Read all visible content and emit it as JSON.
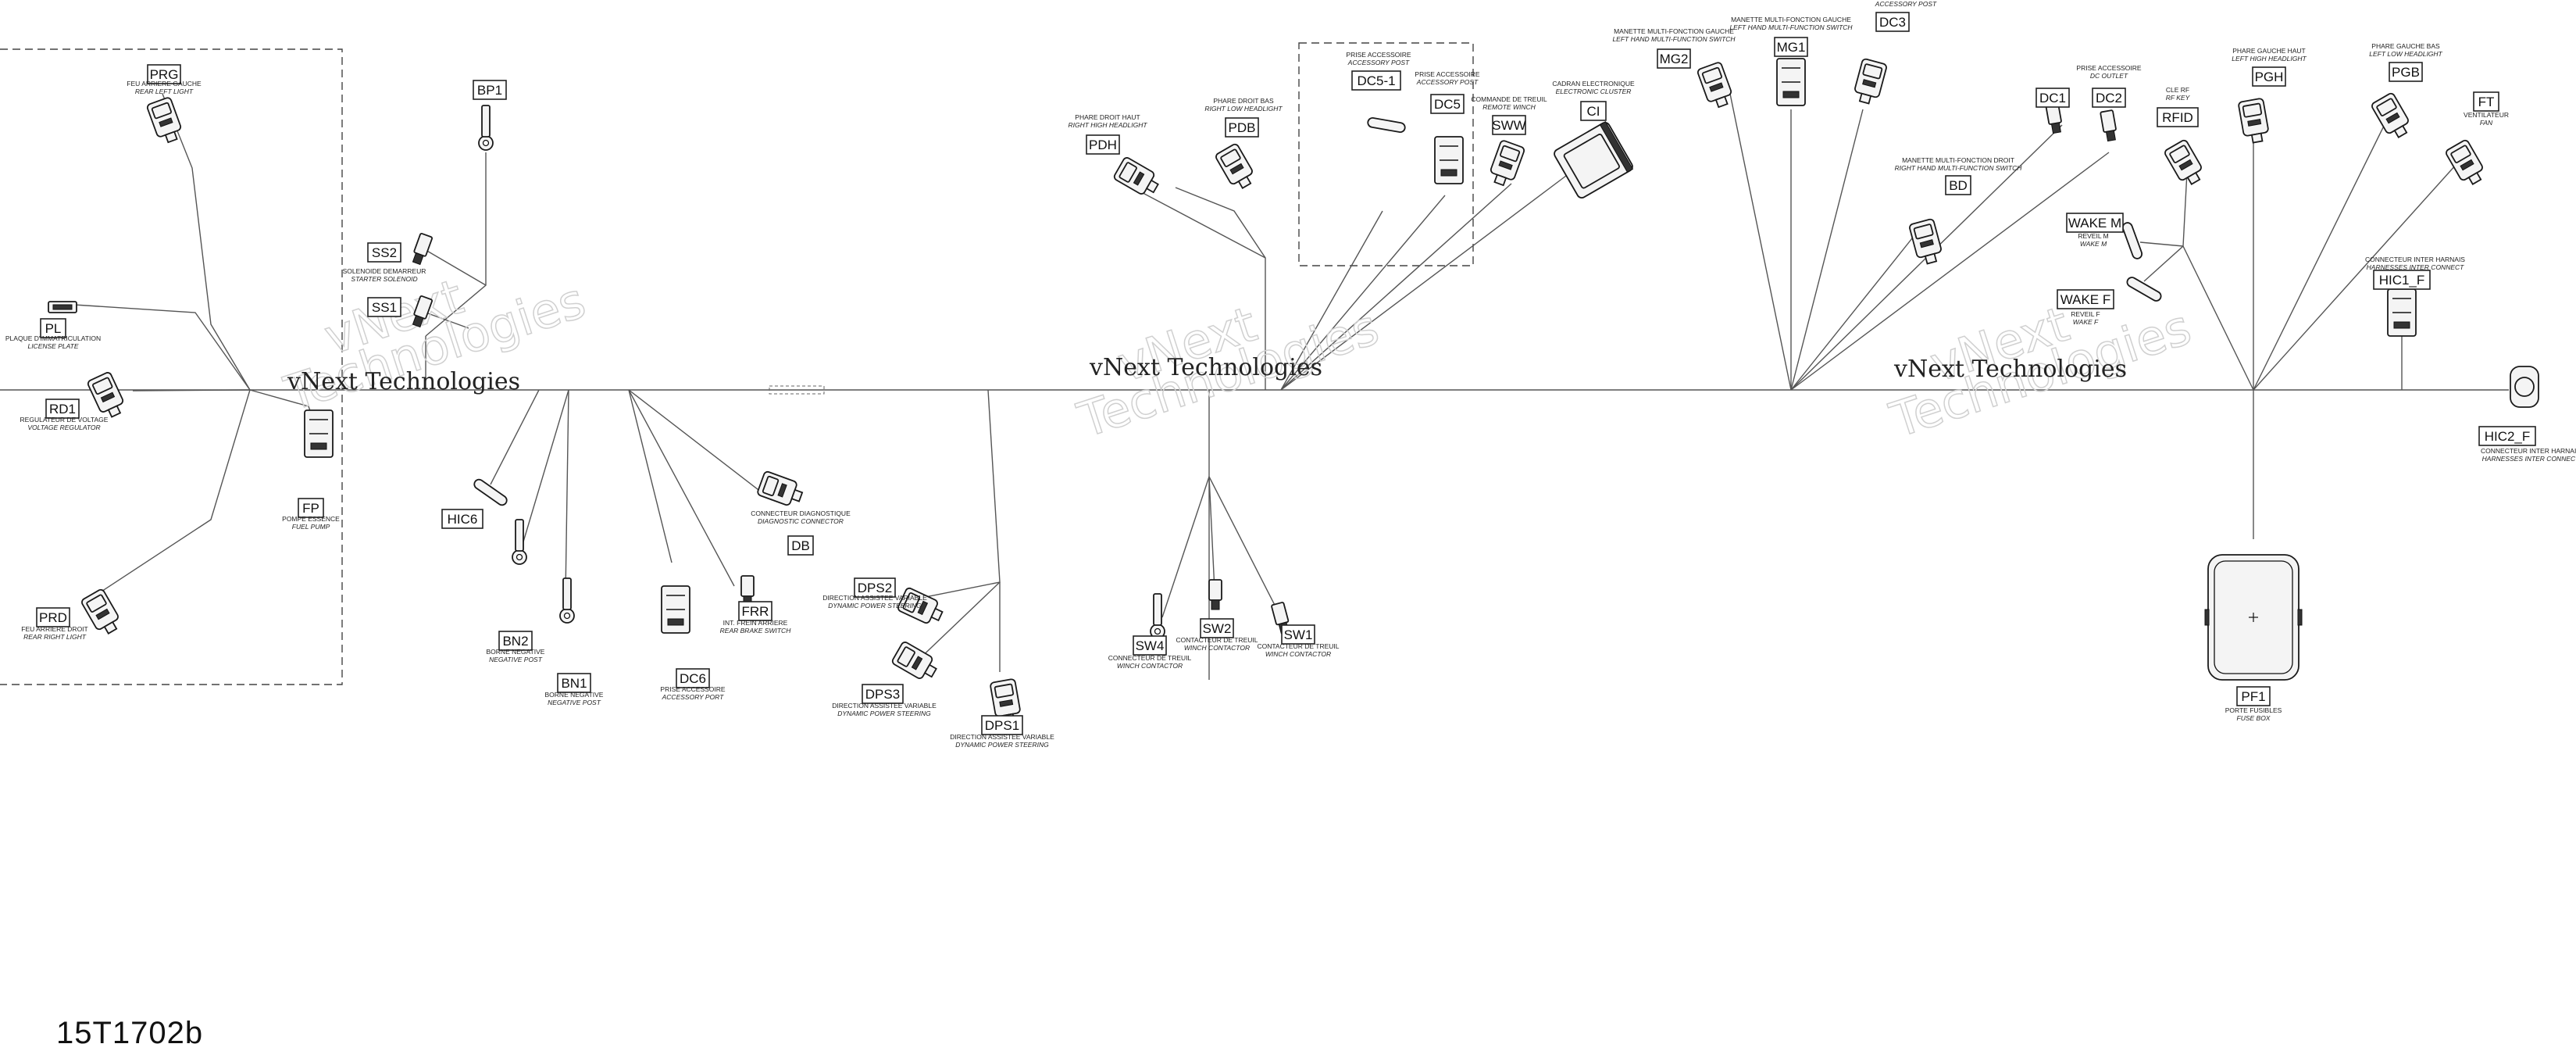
{
  "diagram_ref": "15T1702b",
  "watermark": {
    "company": "vNext Technologies",
    "line1": "vNext",
    "line2": "Technologies"
  },
  "connectors": [
    {
      "id": "PRG",
      "code": "PRG",
      "desc_fr": "FEU ARRIERE GAUCHE",
      "desc_en": "REAR LEFT LIGHT",
      "icon": "rear-light-connector-icon"
    },
    {
      "id": "PL",
      "code": "PL",
      "desc_fr": "PLAQUE D'IMMATRICULATION",
      "desc_en": "LICENSE PLATE",
      "icon": "license-plate-light-icon"
    },
    {
      "id": "RD1",
      "code": "RD1",
      "desc_fr": "REGULATEUR DE VOLTAGE",
      "desc_en": "VOLTAGE REGULATOR",
      "icon": "voltage-regulator-connector-icon"
    },
    {
      "id": "FP",
      "code": "FP",
      "desc_fr": "POMPE ESSENCE",
      "desc_en": "FUEL PUMP",
      "icon": "fuel-pump-connector-icon"
    },
    {
      "id": "PRD",
      "code": "PRD",
      "desc_fr": "FEU ARRIERE DROIT",
      "desc_en": "REAR RIGHT LIGHT",
      "icon": "rear-light-connector-icon"
    },
    {
      "id": "BP1",
      "code": "BP1",
      "desc_fr": "",
      "desc_en": "",
      "icon": "ring-terminal-icon"
    },
    {
      "id": "SS2",
      "code": "SS2",
      "desc_fr": "",
      "desc_en": "",
      "icon": "spade-terminal-icon"
    },
    {
      "id": "SS1",
      "code": "SS1",
      "desc_fr": "SOLENOIDE DEMARREUR",
      "desc_en": "STARTER SOLENOID",
      "icon": "spade-terminal-icon"
    },
    {
      "id": "HIC6",
      "code": "HIC6",
      "desc_fr": "",
      "desc_en": "",
      "icon": "bullet-connector-icon"
    },
    {
      "id": "BN2",
      "code": "BN2",
      "desc_fr": "BORNE NEGATIVE",
      "desc_en": "NEGATIVE POST",
      "icon": "ring-terminal-icon"
    },
    {
      "id": "BN1",
      "code": "BN1",
      "desc_fr": "BORNE NEGATIVE",
      "desc_en": "NEGATIVE POST",
      "icon": "ring-terminal-icon"
    },
    {
      "id": "DC6",
      "code": "DC6",
      "desc_fr": "PRISE ACCESSOIRE",
      "desc_en": "ACCESSORY PORT",
      "icon": "accessory-port-connector-icon"
    },
    {
      "id": "FRR",
      "code": "FRR",
      "desc_fr": "INT. FREIN ARRIERE",
      "desc_en": "REAR BRAKE SWITCH",
      "icon": "brake-switch-connector-icon"
    },
    {
      "id": "DB",
      "code": "DB",
      "desc_fr": "CONNECTEUR DIAGNOSTIQUE",
      "desc_en": "DIAGNOSTIC CONNECTOR",
      "icon": "diagnostic-connector-icon"
    },
    {
      "id": "DPS2",
      "code": "DPS2",
      "desc_fr": "DIRECTION ASSISTEE VARIABLE",
      "desc_en": "DYNAMIC POWER STEERING",
      "icon": "dps-connector-icon"
    },
    {
      "id": "DPS3",
      "code": "DPS3",
      "desc_fr": "DIRECTION ASSISTEE VARIABLE",
      "desc_en": "DYNAMIC POWER STEERING",
      "icon": "dps-connector-icon"
    },
    {
      "id": "DPS1",
      "code": "DPS1",
      "desc_fr": "DIRECTION ASSISTEE VARIABLE",
      "desc_en": "DYNAMIC POWER STEERING",
      "icon": "dps-connector-icon"
    },
    {
      "id": "PDH",
      "code": "PDH",
      "desc_fr": "PHARE DROIT HAUT",
      "desc_en": "RIGHT HIGH HEADLIGHT",
      "icon": "headlight-connector-icon"
    },
    {
      "id": "PDB",
      "code": "PDB",
      "desc_fr": "PHARE DROIT BAS",
      "desc_en": "RIGHT LOW HEADLIGHT",
      "icon": "headlight-connector-icon"
    },
    {
      "id": "DC5-1",
      "code": "DC5-1",
      "desc_fr": "PRISE ACCESSOIRE",
      "desc_en": "ACCESSORY POST",
      "icon": "accessory-post-connector-icon"
    },
    {
      "id": "DC5",
      "code": "DC5",
      "desc_fr": "PRISE ACCESSOIRE",
      "desc_en": "ACCESSORY POST",
      "icon": "accessory-post-connector-icon"
    },
    {
      "id": "SWW",
      "code": "SWW",
      "desc_fr": "COMMANDE DE TREUIL",
      "desc_en": "REMOTE WINCH",
      "icon": "winch-control-connector-icon"
    },
    {
      "id": "CI",
      "code": "CI",
      "desc_fr": "CADRAN ELECTRONIQUE",
      "desc_en": "ELECTRONIC CLUSTER",
      "icon": "cluster-connector-icon"
    },
    {
      "id": "MG2",
      "code": "MG2",
      "desc_fr": "MANETTE MULTI-FONCTION GAUCHE",
      "desc_en": "LEFT HAND MULTI-FUNCTION SWITCH",
      "icon": "multi-function-switch-connector-icon"
    },
    {
      "id": "MG1",
      "code": "MG1",
      "desc_fr": "MANETTE MULTI-FONCTION GAUCHE",
      "desc_en": "LEFT HAND MULTI-FUNCTION SWITCH",
      "icon": "multi-function-switch-connector-icon"
    },
    {
      "id": "DC3",
      "code": "DC3",
      "desc_fr": "",
      "desc_en": "ACCESSORY POST",
      "icon": "accessory-post-connector-icon"
    },
    {
      "id": "DC1",
      "code": "DC1",
      "desc_fr": "PRISE ACCESSOIRE",
      "desc_en": "DC OUTLET",
      "icon": "dc-outlet-connector-icon"
    },
    {
      "id": "DC2",
      "code": "DC2",
      "desc_fr": "",
      "desc_en": "",
      "icon": "dc-outlet-connector-icon"
    },
    {
      "id": "BD",
      "code": "BD",
      "desc_fr": "MANETTE MULTI-FONCTION DROIT",
      "desc_en": "RIGHT HAND MULTI-FUNCTION SWITCH",
      "icon": "multi-function-switch-connector-icon"
    },
    {
      "id": "RFID",
      "code": "RFID",
      "desc_fr": "CLE RF",
      "desc_en": "RF KEY",
      "icon": "rf-key-connector-icon"
    },
    {
      "id": "PGH",
      "code": "PGH",
      "desc_fr": "PHARE GAUCHE HAUT",
      "desc_en": "LEFT HIGH HEADLIGHT",
      "icon": "headlight-connector-icon"
    },
    {
      "id": "PGB",
      "code": "PGB",
      "desc_fr": "PHARE GAUCHE BAS",
      "desc_en": "LEFT LOW HEADLIGHT",
      "icon": "headlight-connector-icon"
    },
    {
      "id": "FT",
      "code": "FT",
      "desc_fr": "VENTILATEUR",
      "desc_en": "FAN",
      "icon": "fan-connector-icon"
    },
    {
      "id": "WAKEM",
      "code": "WAKE M",
      "desc_fr": "REVEIL M",
      "desc_en": "WAKE M",
      "icon": "bullet-connector-icon"
    },
    {
      "id": "WAKEF",
      "code": "WAKE F",
      "desc_fr": "REVEIL F",
      "desc_en": "WAKE F",
      "icon": "bullet-connector-icon"
    },
    {
      "id": "HIC1F",
      "code": "HIC1_F",
      "desc_fr": "CONNECTEUR INTER HARNAIS",
      "desc_en": "HARNESSES INTER CONNECT",
      "icon": "inter-harness-connector-icon"
    },
    {
      "id": "HIC2F",
      "code": "HIC2_F",
      "desc_fr": "CONNECTEUR INTER HARNAIS",
      "desc_en": "HARNESSES INTER CONNECT",
      "icon": "inter-harness-connector-icon"
    },
    {
      "id": "SW4",
      "code": "SW4",
      "desc_fr": "CONNECTEUR DE TREUIL",
      "desc_en": "WINCH CONTACTOR",
      "icon": "ring-terminal-icon"
    },
    {
      "id": "SW2",
      "code": "SW2",
      "desc_fr": "CONTACTEUR DE TREUIL",
      "desc_en": "WINCH CONTACTOR",
      "icon": "spade-terminal-icon"
    },
    {
      "id": "SW1",
      "code": "SW1",
      "desc_fr": "CONTACTEUR DE TREUIL",
      "desc_en": "WINCH CONTACTOR",
      "icon": "spade-terminal-icon"
    },
    {
      "id": "PF1",
      "code": "PF1",
      "desc_fr": "PORTE FUSIBLES",
      "desc_en": "FUSE BOX",
      "icon": "fuse-box-icon"
    }
  ]
}
